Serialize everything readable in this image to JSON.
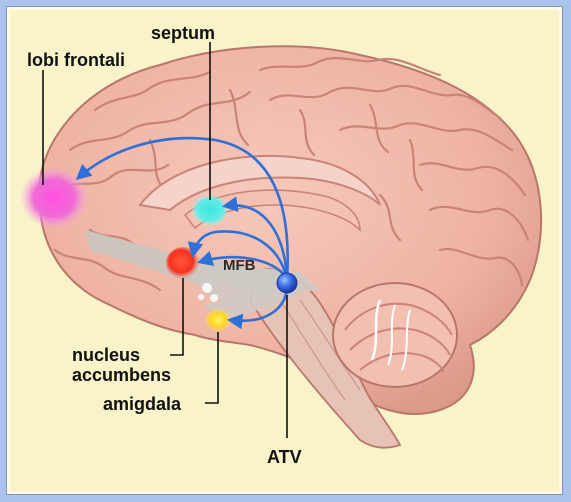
{
  "labels": {
    "septum": "septum",
    "frontal_lobes": "lobi frontali",
    "nucleus_line1": "nucleus",
    "nucleus_line2": "accumbens",
    "amygdala": "amigdala",
    "atv": "ATV",
    "mfb": "MFB"
  },
  "colors": {
    "background_outer": "#a9c3ea",
    "panel": "#f8f3c9",
    "brain": "#efb6a6",
    "brain_fold": "#c98478",
    "pathway": "#c9c4be",
    "arrow": "#2f6fd6",
    "frontal_region": "#f06ad6",
    "septum_region": "#3fe6e0",
    "accumbens_region": "#ff3a2a",
    "amygdala_region": "#ffd21f",
    "atv_node": "#2e5fe0"
  }
}
